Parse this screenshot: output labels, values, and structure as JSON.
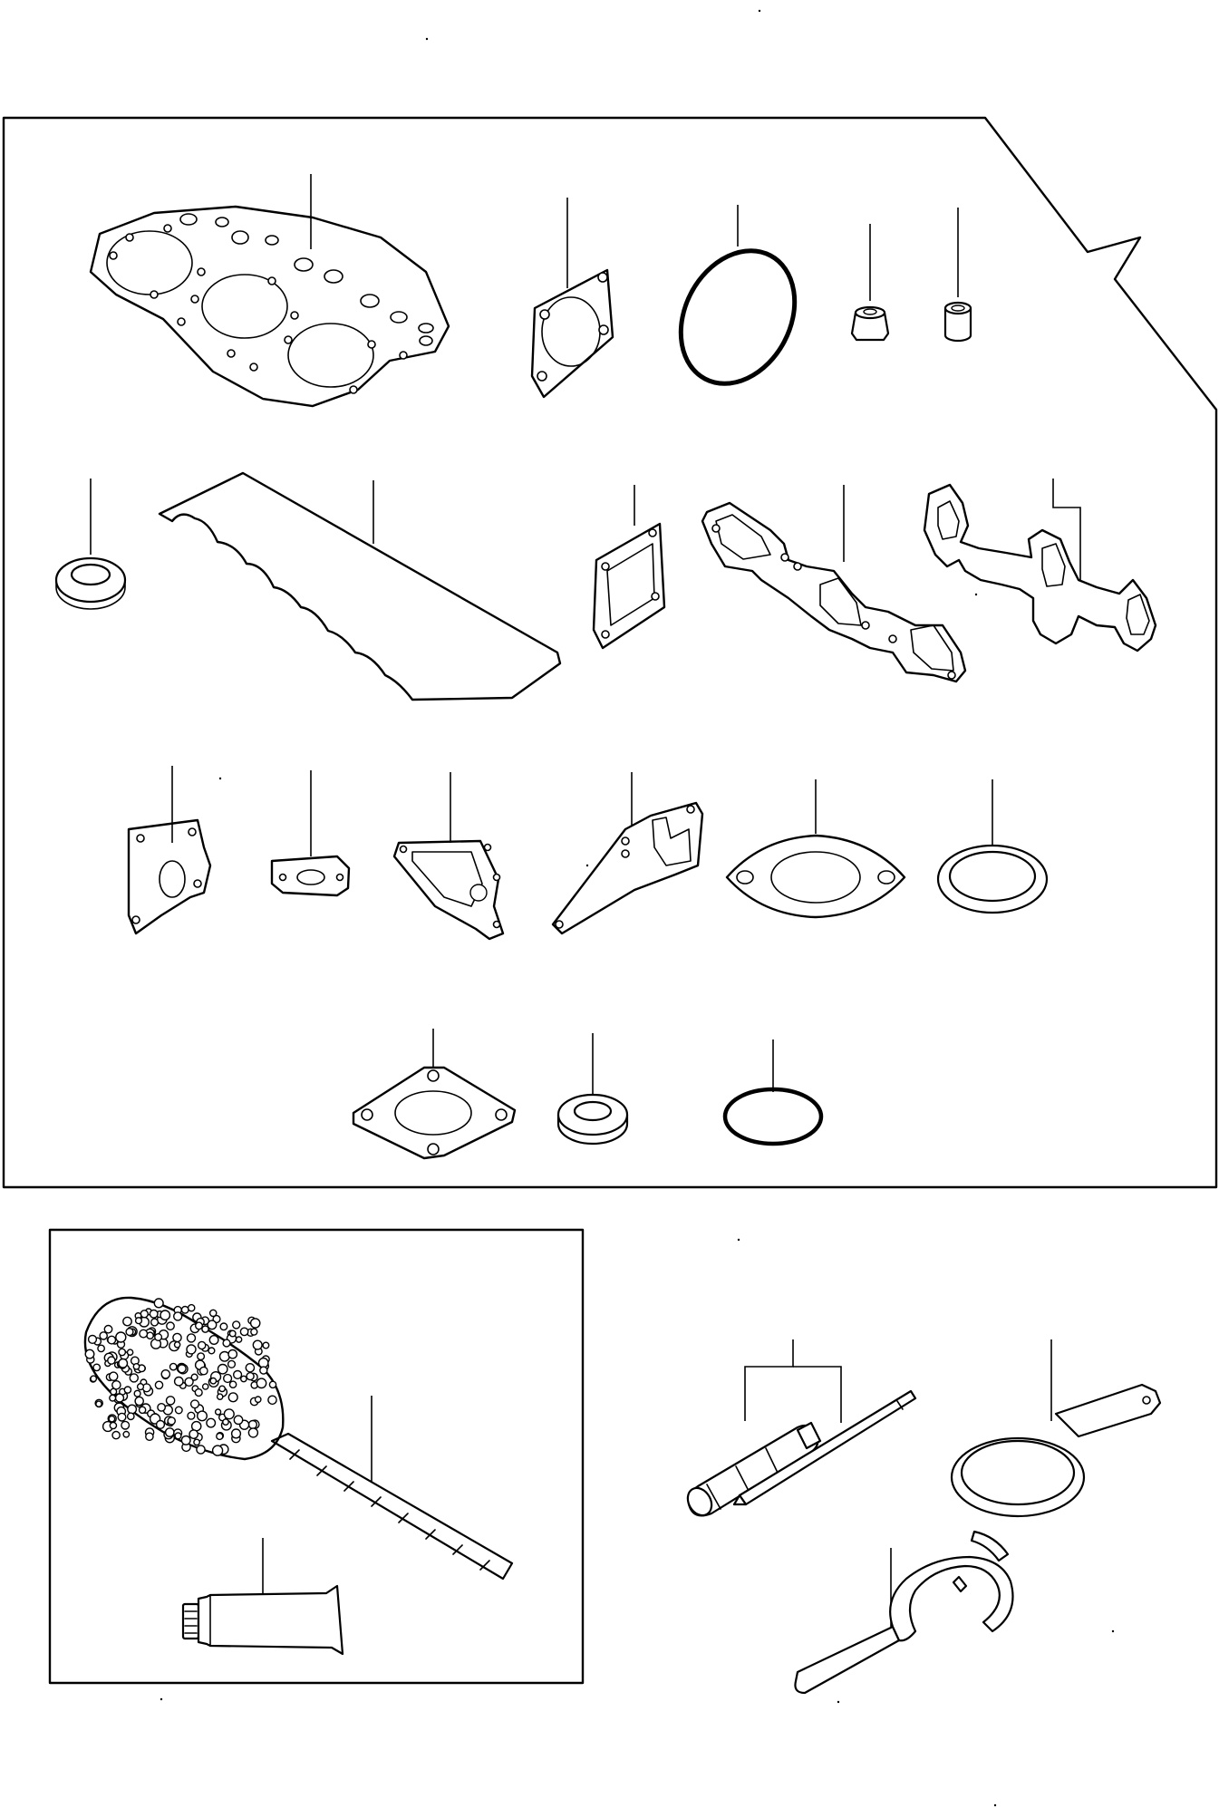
{
  "diagram": {
    "style": "exploded parts illustration, black line art on white",
    "colors": {
      "background": "#ffffff",
      "line": "#000000"
    },
    "groups": [
      {
        "id": "gasket-kit",
        "parts": [
          "cylinder-head-gasket",
          "square-flange-gasket",
          "o-ring-large",
          "valve-stem-seal",
          "sleeve-bushing",
          "washer-seal",
          "rocker-cover-gasket",
          "rectangular-gasket",
          "intake-manifold-gasket",
          "exhaust-manifold-gasket",
          "bracket-gasket",
          "small-oval-gasket",
          "thermostat-housing-gasket",
          "water-pump-gasket",
          "oval-two-hole-gasket",
          "sealing-ring",
          "four-hole-flange-gasket",
          "oil-seal",
          "o-ring-small"
        ]
      },
      {
        "id": "cleaning-kit",
        "parts": [
          "cylinder-hone-brush",
          "sealant-tube"
        ]
      },
      {
        "id": "tools",
        "parts": [
          "screwdriver-set",
          "filter-wrench",
          "hook-spanner"
        ]
      }
    ]
  }
}
